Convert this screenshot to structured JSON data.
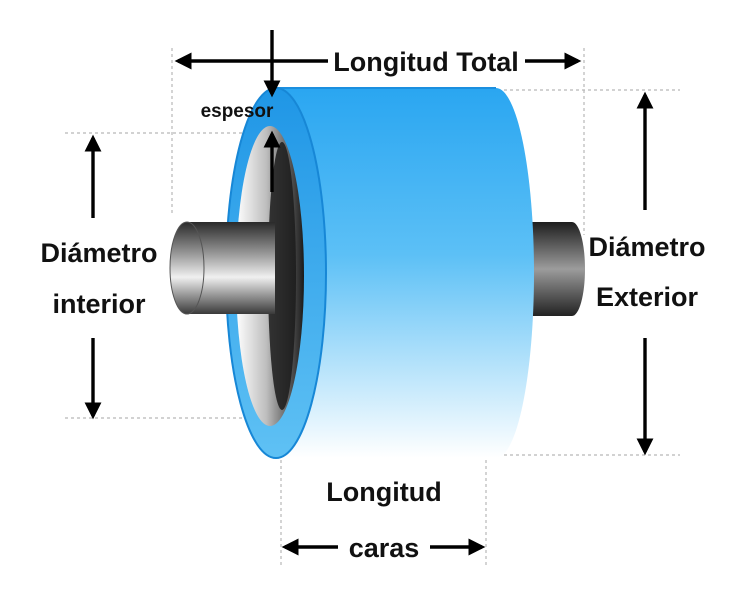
{
  "labels": {
    "total_length": "Longitud Total",
    "thickness": "espesor",
    "inner_diameter_line1": "Diámetro",
    "inner_diameter_line2": "interior",
    "outer_diameter_line1": "Diámetro",
    "outer_diameter_line2": "Exterior",
    "face_length_line1": "Longitud",
    "face_length_line2": "caras"
  },
  "colors": {
    "sleeve": "#2ea8f0",
    "sleeve_light": "#ffffff",
    "sleeve_rim": "#1e90e0",
    "shaft": "#4a4a4a",
    "arrows": "#000000"
  }
}
